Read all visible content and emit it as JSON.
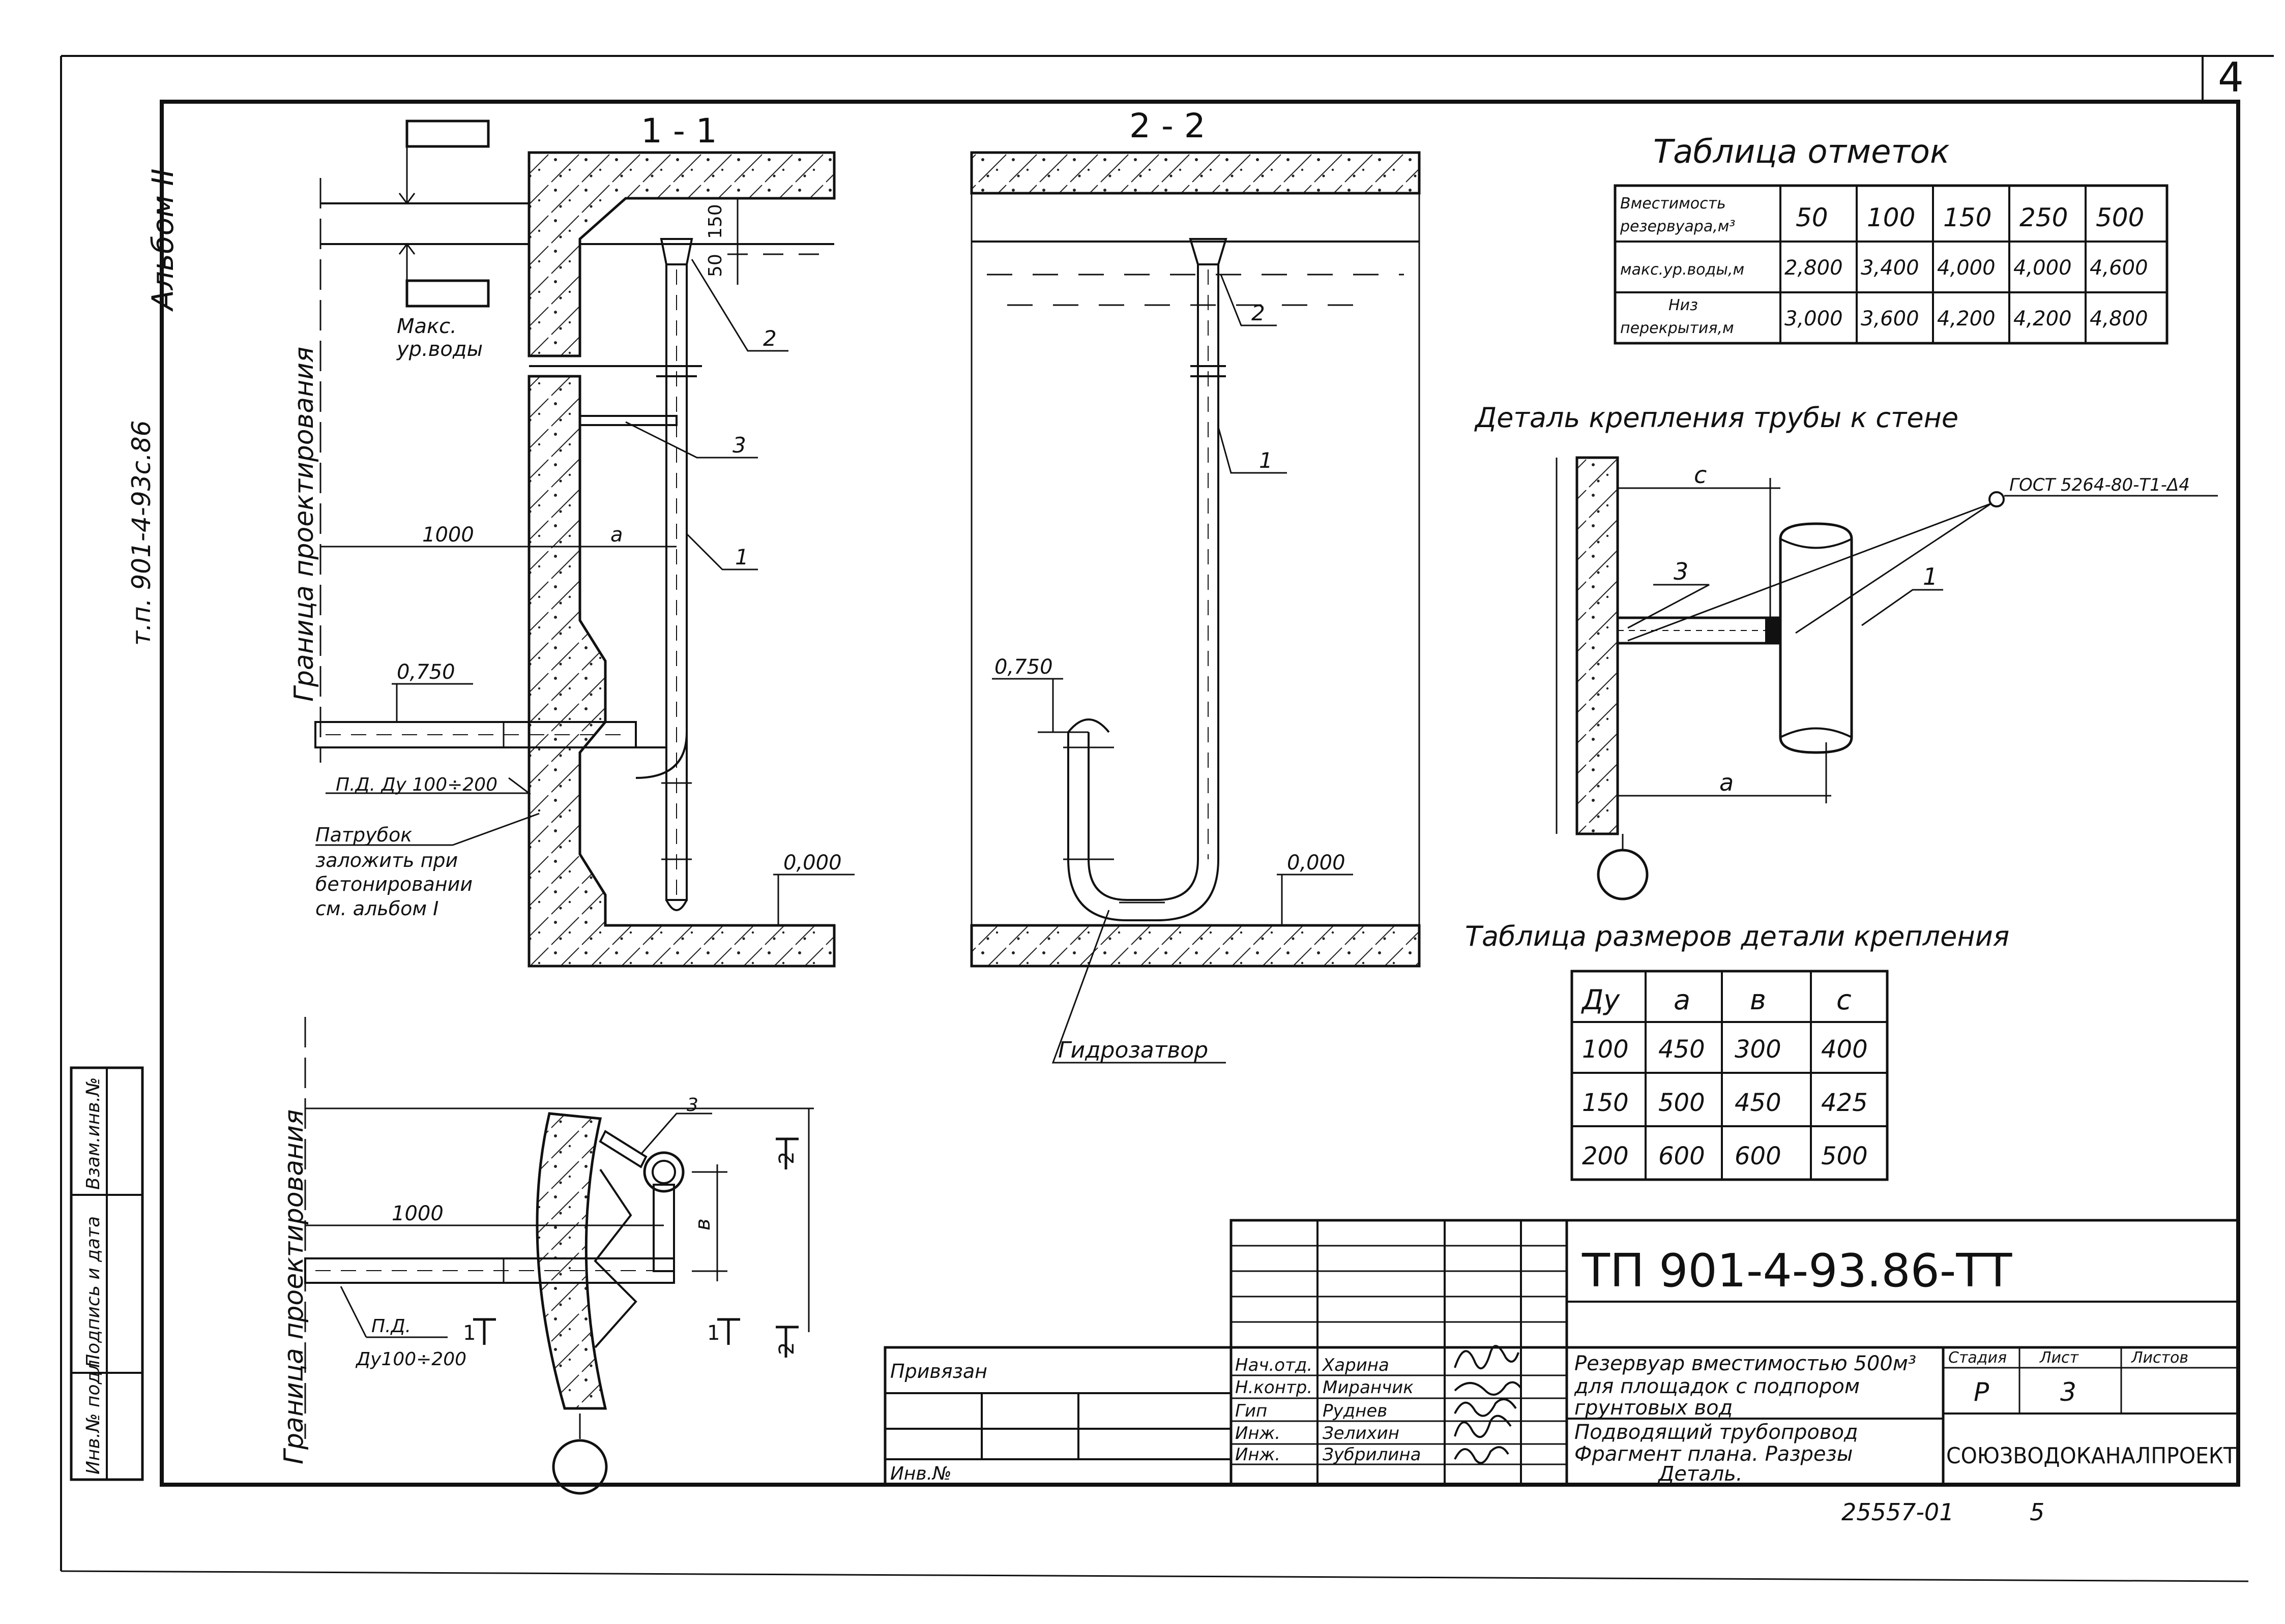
{
  "page_number": "4",
  "album_side": "Альбом II",
  "project_side": "т.п. 901-4-93с.86",
  "section_1_1": {
    "title": "1 - 1",
    "label_max_water": [
      "Макс.",
      "ур.воды"
    ],
    "dim_150": "150",
    "dim_50": "50",
    "dim_1000": "1000",
    "dim_a": "а",
    "level_0750": "0,750",
    "level_0000": "0,000",
    "pipe_label": "П.Д. Ду 100÷200",
    "sleeve_note": [
      "Патрубок",
      "заложить при",
      "бетонировании",
      "см. альбом I"
    ],
    "border_label": "Граница проектирования",
    "callouts": [
      "2",
      "3",
      "1"
    ]
  },
  "section_2_2": {
    "title": "2 - 2",
    "level_0750": "0,750",
    "level_0000": "0,000",
    "callouts": [
      "2",
      "1"
    ],
    "water_seal": "Гидрозатвор"
  },
  "plan": {
    "border_label": "Граница проектирования",
    "dim_1000": "1000",
    "dim_b": "в",
    "pipe_label": [
      "П.Д.",
      "Ду100÷200"
    ],
    "callout_3": "3",
    "section_mark_1": "1",
    "section_mark_2": "2"
  },
  "marks_table": {
    "title": "Таблица отметок",
    "rows": [
      {
        "label": [
          "Вместимость",
          "резервуара,м³"
        ],
        "values": [
          "50",
          "100",
          "150",
          "250",
          "500"
        ]
      },
      {
        "label": [
          "макс.ур.воды,м"
        ],
        "values": [
          "2,800",
          "3,400",
          "4,000",
          "4,000",
          "4,600"
        ]
      },
      {
        "label": [
          "Низ",
          "перекрытия,м"
        ],
        "values": [
          "3,000",
          "3,600",
          "4,200",
          "4,200",
          "4,800"
        ]
      }
    ]
  },
  "detail": {
    "title": "Деталь крепления трубы к стене",
    "gost": "ГОСТ 5264-80-Т1-Δ4",
    "dim_c": "с",
    "dim_a": "а",
    "callout_3": "3",
    "callout_1": "1"
  },
  "dims_table": {
    "title": "Таблица размеров детали крепления",
    "header": [
      "Ду",
      "а",
      "в",
      "с"
    ],
    "rows": [
      [
        "100",
        "450",
        "300",
        "400"
      ],
      [
        "150",
        "500",
        "450",
        "425"
      ],
      [
        "200",
        "600",
        "600",
        "500"
      ]
    ]
  },
  "title_block": {
    "code": "ТП 901-4-93.86-ТТ",
    "privyazan": "Привязан",
    "inv_no": "Инв.№",
    "staff": [
      {
        "role": "Нач.отд.",
        "name": "Харина"
      },
      {
        "role": "Н.контр.",
        "name": "Миранчик"
      },
      {
        "role": "Гип",
        "name": "Руднев"
      },
      {
        "role": "Инж.",
        "name": "Зелихин"
      },
      {
        "role": "Инж.",
        "name": "Зубрилина"
      }
    ],
    "description": [
      "Резервуар вместимостью 500м³",
      "для площадок с подпором",
      "грунтовых вод"
    ],
    "sheet_title": [
      "Подводящий трубопровод",
      "Фрагмент плана. Разрезы",
      "Деталь."
    ],
    "stage_label": "Стадия",
    "sheet_label": "Лист",
    "sheets_label": "Листов",
    "stage": "Р",
    "sheet": "3",
    "org": "СОЮЗВОДОКАНАЛПРОЕКТ",
    "archive_no": "25557-01",
    "archive_page": "5"
  },
  "side_stamps": [
    "Инв.№ подл.",
    "Подпись и дата",
    "Взам.инв.№"
  ]
}
